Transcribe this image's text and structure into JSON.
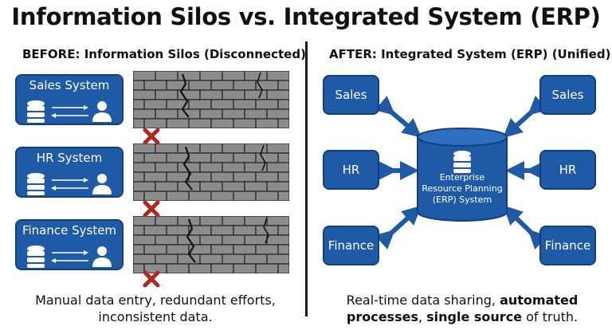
{
  "title": "Information Silos vs. Integrated System (ERP)",
  "before": {
    "heading": "BEFORE: Information Silos (Disconnected)",
    "systems": [
      {
        "label": "Sales System"
      },
      {
        "label": "HR System"
      },
      {
        "label": "Finance System"
      }
    ],
    "caption_line1": "Manual data entry, redundant efforts,",
    "caption_line2": "inconsistent data."
  },
  "after": {
    "heading": "AFTER: Integrated System (ERP) (Unified)",
    "nodes_left": [
      {
        "label": "Sales"
      },
      {
        "label": "HR"
      },
      {
        "label": "Finance"
      }
    ],
    "nodes_right": [
      {
        "label": "Sales"
      },
      {
        "label": "HR"
      },
      {
        "label": "Finance"
      }
    ],
    "erp": {
      "line1": "Enterprise",
      "line2": "Resource Planning",
      "line3": "(ERP) System"
    },
    "caption": {
      "p1": "Real-time data sharing, ",
      "b1": "automated",
      "b2": "processes",
      "p2": ", ",
      "b3": "single source",
      "p3": " of truth."
    }
  },
  "colors": {
    "box_fill": "#1f5aa6",
    "box_border": "#143f7a",
    "wall": "#8c8c8c",
    "x_mark": "#b3261e",
    "arrow": "#1f5aa6"
  },
  "icons": [
    "database-icon",
    "user-icon",
    "double-arrow-icon",
    "x-mark-icon",
    "brick-wall"
  ]
}
